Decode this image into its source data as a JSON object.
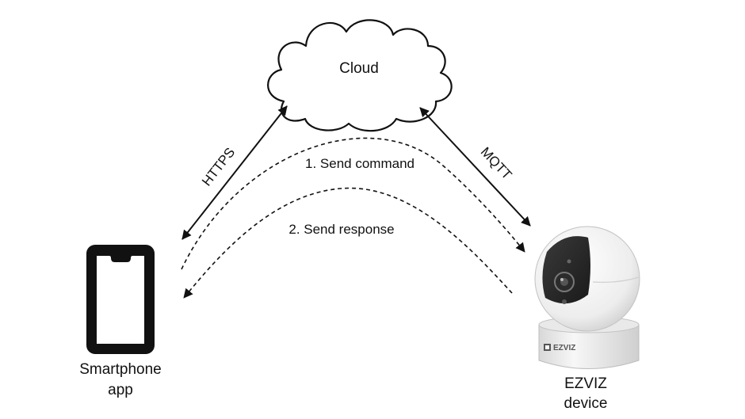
{
  "cloud": {
    "label": "Cloud"
  },
  "protocols": {
    "left": "HTTPS",
    "right": "MQTT"
  },
  "steps": {
    "send_command": "1. Send command",
    "send_response": "2. Send response"
  },
  "smartphone": {
    "label_line1": "Smartphone",
    "label_line2": "app"
  },
  "device": {
    "brand": "EZVIZ",
    "label_line1": "EZVIZ",
    "label_line2": "device"
  },
  "colors": {
    "stroke": "#111111",
    "background": "#ffffff",
    "camera_body": "#f2f2f2",
    "camera_shadow": "#cfcfcf",
    "camera_lens": "#2b2b2b"
  },
  "icons": {
    "cloud": "cloud-icon",
    "smartphone": "smartphone-icon",
    "camera": "security-camera-icon"
  }
}
